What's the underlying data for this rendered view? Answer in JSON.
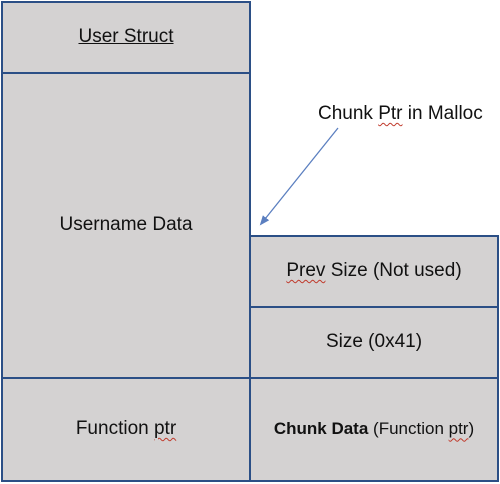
{
  "user_struct": {
    "title": "User Struct",
    "username": "Username Data",
    "function_ptr_word": "Function",
    "function_ptr_suffix": "ptr"
  },
  "chunk": {
    "prev_size_word": "Prev",
    "prev_size_rest": " Size (Not used)",
    "size": "Size (0x41)",
    "data_bold": "Chunk Data",
    "data_prefix": " (Function ",
    "data_ptr": "ptr",
    "data_suffix": ")"
  },
  "annotation": {
    "label_start": "Chunk ",
    "label_ptr": "Ptr",
    "label_end": " in Malloc"
  },
  "colors": {
    "box_fill": "#d4d2d2",
    "border": "#2b4f86",
    "arrow": "#5b7fc0",
    "spellcheck": "#c0392b"
  }
}
